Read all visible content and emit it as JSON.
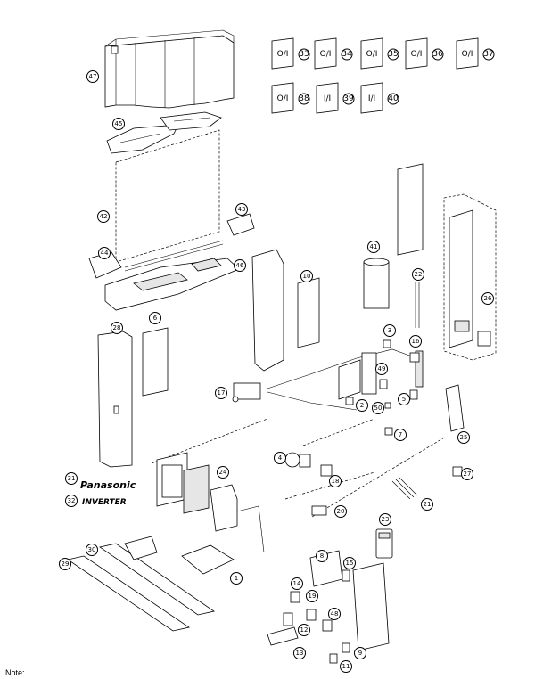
{
  "booklets": [
    {
      "label": "O/I",
      "num": "33"
    },
    {
      "label": "O/I",
      "num": "34"
    },
    {
      "label": "O/I",
      "num": "35"
    },
    {
      "label": "O/I",
      "num": "36"
    },
    {
      "label": "O/I",
      "num": "37"
    },
    {
      "label": "O/I",
      "num": "38"
    },
    {
      "label": "I/I",
      "num": "39"
    },
    {
      "label": "I/I",
      "num": "40"
    }
  ],
  "brand_badge_text": "Panasonic",
  "inverter_badge_text": "INVERTER",
  "callouts": [
    "47",
    "45",
    "42",
    "43",
    "44",
    "46",
    "41",
    "22",
    "26",
    "10",
    "6",
    "28",
    "3",
    "16",
    "49",
    "17",
    "2",
    "50",
    "5",
    "7",
    "25",
    "4",
    "18",
    "24",
    "31",
    "32",
    "27",
    "20",
    "21",
    "23",
    "30",
    "29",
    "8",
    "15",
    "1",
    "14",
    "19",
    "48",
    "12",
    "11",
    "13",
    "9"
  ],
  "note_text": "Note:"
}
